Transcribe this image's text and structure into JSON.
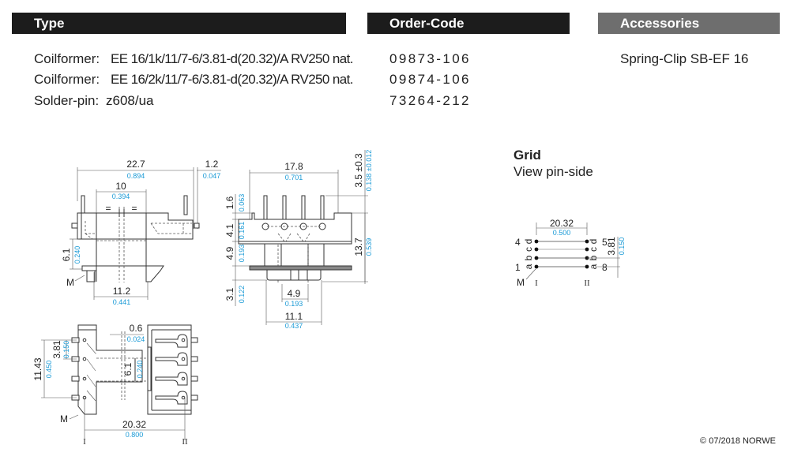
{
  "headers": {
    "type": "Type",
    "order_code": "Order-Code",
    "accessories": "Accessories"
  },
  "products": [
    {
      "label": "Coilformer:",
      "type": "EE 16/1k/11/7-6/3.81-d(20.32)/A RV250 nat.",
      "order_code": "09873-106"
    },
    {
      "label": "Coilformer:",
      "type": "EE 16/2k/11/7-6/3.81-d(20.32)/A RV250 nat.",
      "order_code": "09874-106"
    },
    {
      "label": "Solder-pin:",
      "type": "z608/ua",
      "order_code": "73264-212"
    }
  ],
  "accessories": [
    "Spring-Clip SB-EF 16"
  ],
  "grid": {
    "title": "Grid",
    "subtitle": "View pin-side",
    "pitch_mm": "20.32",
    "pitch_in": "0.500",
    "row_mm": "3.81",
    "row_in": "0.150",
    "left_top_pin": "4",
    "left_bottom_pin": "1",
    "right_top_pin": "5",
    "right_bottom_pin": "8",
    "row_letters": [
      "d",
      "c",
      "b",
      "a"
    ],
    "marker": "M",
    "col_left": "I",
    "col_right": "II"
  },
  "front_view": {
    "width_mm": "22.7",
    "width_in": "0.894",
    "pin_mm": "1.2",
    "pin_in": "0.047",
    "inner_mm": "10",
    "inner_in": "0.394",
    "equal_sign": "=",
    "height_mm": "6.1",
    "height_in": "0.240",
    "base_mm": "11.2",
    "base_in": "0.441",
    "marker": "M"
  },
  "side_view": {
    "width_mm": "17.8",
    "width_in": "0.701",
    "tol_mm": "3.5 ±0.3",
    "tol_in": "0.138 ±0.012",
    "h1_mm": "1.6",
    "h1_in": "0.063",
    "h2_mm": "4.1",
    "h2_in": "0.161",
    "h3_mm": "4.9",
    "h3_in": "0.193",
    "h4_mm": "3.1",
    "h4_in": "0.122",
    "total_mm": "13.7",
    "total_in": "0.539",
    "w1_mm": "4.9",
    "w1_in": "0.193",
    "w2_mm": "11.1",
    "w2_in": "0.437"
  },
  "top_view": {
    "gap_mm": "0.6",
    "gap_in": "0.024",
    "pitch_mm": "3.81",
    "pitch_in": "0.150",
    "span_mm": "11.43",
    "span_in": "0.450",
    "core_mm": "6.1",
    "core_in": "0.240",
    "row_mm": "20.32",
    "row_in": "0.800",
    "marker": "M",
    "col_left": "I",
    "col_right": "II"
  },
  "copyright": "© 07/2018 NORWE"
}
